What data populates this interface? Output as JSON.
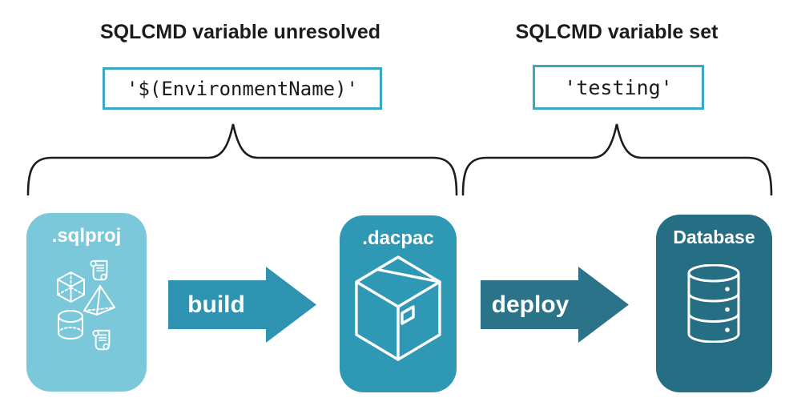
{
  "diagram": {
    "left_annotation": {
      "title": "SQLCMD variable unresolved",
      "code": "'$(EnvironmentName)'"
    },
    "right_annotation": {
      "title": "SQLCMD variable set",
      "code": "'testing'"
    },
    "stages": [
      {
        "label": ".sqlproj",
        "icons": [
          "script-icon",
          "cube-icon",
          "pyramid-icon",
          "cylinder-icon",
          "script-icon"
        ]
      },
      {
        "label": ".dacpac",
        "icons": [
          "package-icon"
        ]
      },
      {
        "label": "Database",
        "icons": [
          "database-icon"
        ]
      }
    ],
    "arrows": [
      {
        "label": "build"
      },
      {
        "label": "deploy"
      }
    ],
    "colors": {
      "sqlproj_card": "#7BC8DB",
      "dacpac_card": "#2F98B4",
      "database_card": "#266E84",
      "build_arrow": "#2E93B1",
      "deploy_arrow": "#2B7389",
      "code_box_border": "#3BA7C3",
      "brace": "#1C1C1C",
      "heading_text": "#1C1C1C",
      "icon_stroke": "#FFFFFF"
    }
  }
}
